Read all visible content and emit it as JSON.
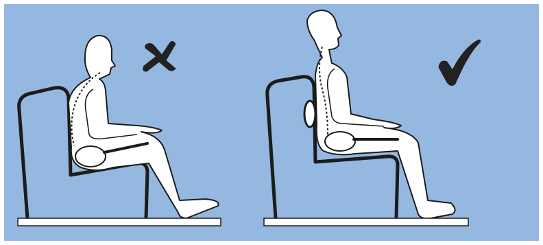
{
  "illustration": {
    "background_color": "#95b8e0",
    "line_color": "#1c1c1c",
    "body_fill": "#ffffff",
    "panels": [
      {
        "id": "incorrect",
        "verdict": "incorrect",
        "mark_icon": "cross-icon"
      },
      {
        "id": "correct",
        "verdict": "correct",
        "mark_icon": "checkmark-icon"
      }
    ]
  }
}
